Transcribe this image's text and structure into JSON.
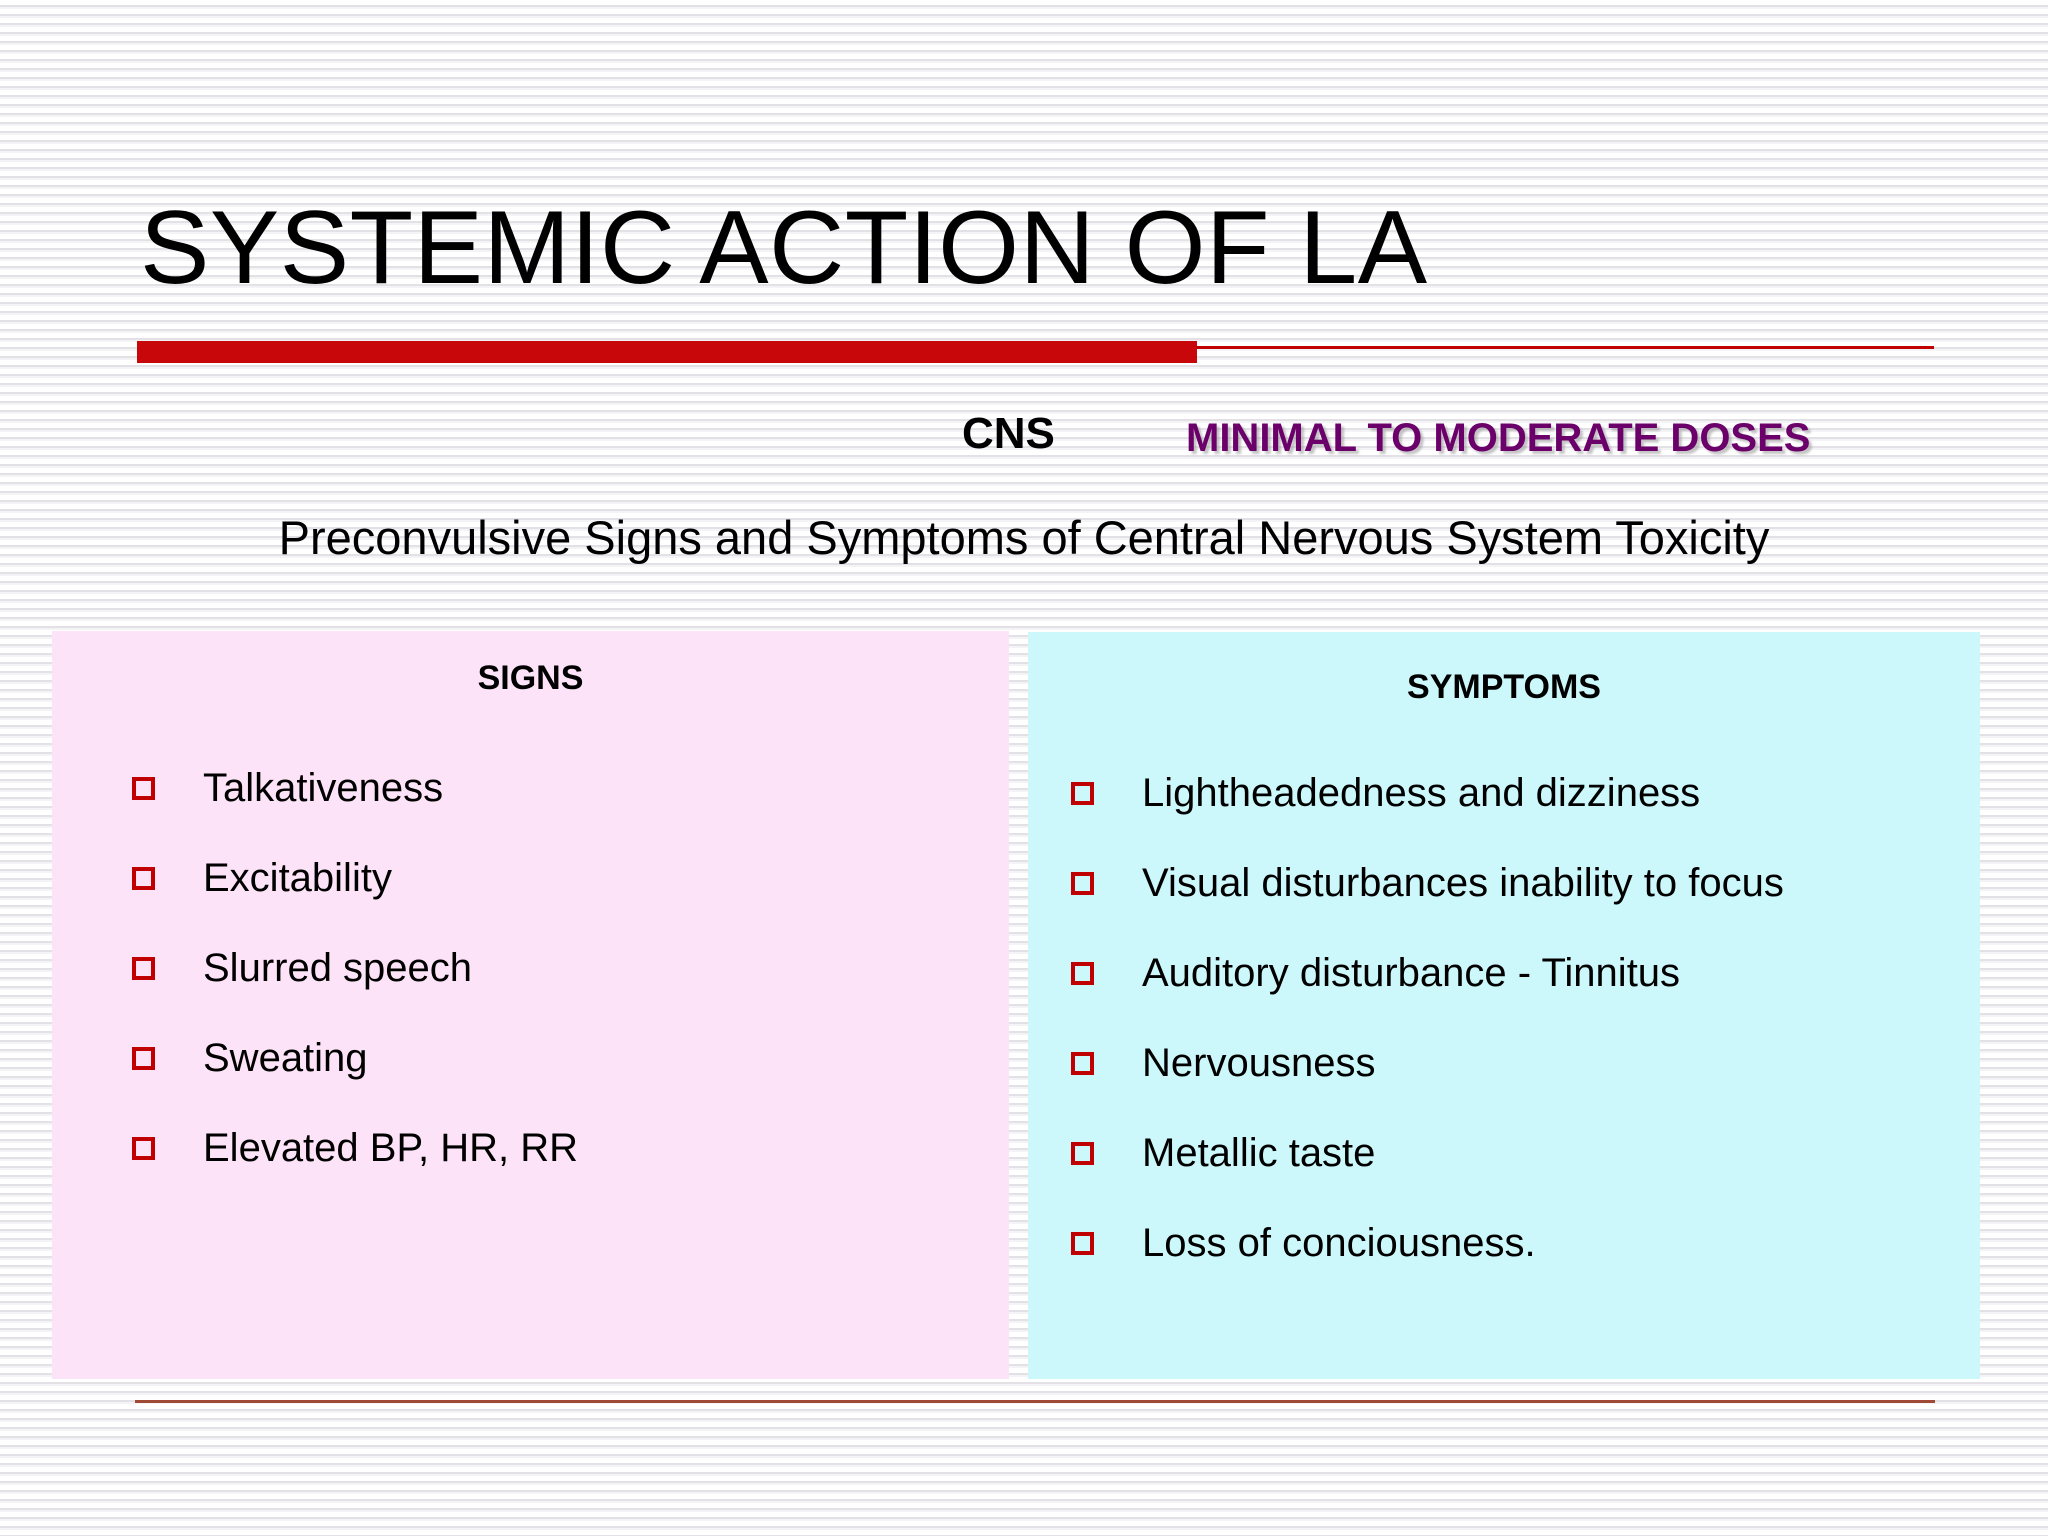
{
  "slide": {
    "title": "SYSTEMIC ACTION OF LA",
    "section_label": "CNS",
    "dose_label": "MINIMAL TO MODERATE DOSES",
    "subtitle": "Preconvulsive Signs and Symptoms of Central Nervous System Toxicity"
  },
  "colors": {
    "title_rule": "#c8070b",
    "dose_text": "#6b006b",
    "bullet": "#c00000",
    "signs_panel_bg": "#fce3f7",
    "symptoms_panel_bg": "#ccf8fb",
    "bottom_rule": "#a04a35"
  },
  "signs": {
    "heading": "SIGNS",
    "items": [
      "Talkativeness",
      "Excitability",
      "Slurred speech",
      "Sweating",
      "Elevated BP, HR, RR"
    ]
  },
  "symptoms": {
    "heading": "SYMPTOMS",
    "items": [
      "Lightheadedness and dizziness",
      "Visual disturbances inability to focus",
      "Auditory disturbance - Tinnitus",
      "Nervousness",
      "Metallic taste",
      "Loss of conciousness."
    ]
  }
}
